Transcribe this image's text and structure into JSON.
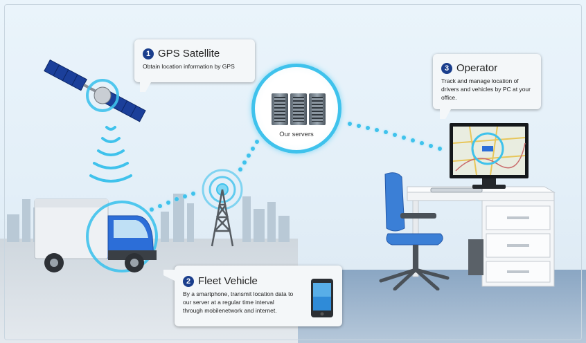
{
  "diagram": {
    "gps": {
      "number": "1",
      "title": "GPS Satellite",
      "description": "Obtain location information by GPS"
    },
    "fleet": {
      "number": "2",
      "title": "Fleet Vehicle",
      "description": "By a smartphone, transmit location data to our server at a regular time interval through mobilenetwork and internet."
    },
    "operator": {
      "number": "3",
      "title": "Operator",
      "description": "Track and manage location of drivers and vehicles by PC at your office."
    },
    "servers": {
      "label": "Our servers"
    }
  },
  "colors": {
    "accent": "#3fc2ec",
    "badge": "#1a3e8c",
    "truck_cab": "#2c6ed8",
    "chair": "#3b7fd6"
  },
  "icons": [
    "satellite-icon",
    "signal-waves-icon",
    "truck-icon",
    "cell-tower-icon",
    "server-rack-icon",
    "smartphone-icon",
    "monitor-map-icon",
    "office-chair-icon",
    "desk-icon"
  ]
}
